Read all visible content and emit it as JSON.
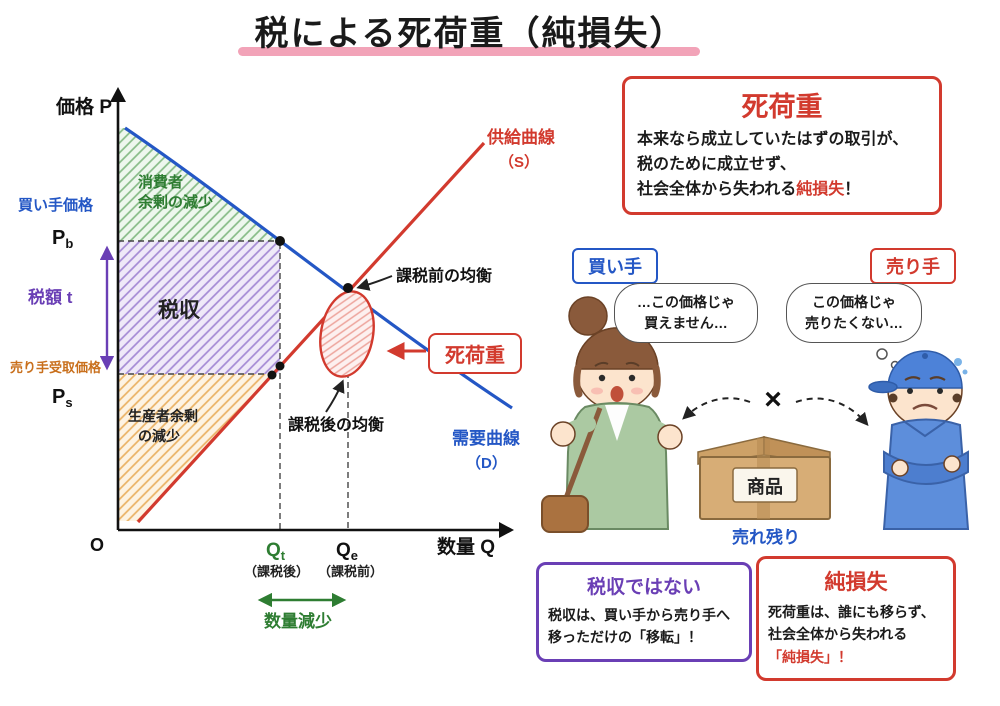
{
  "title": "税による死荷重（純損失）",
  "graph": {
    "y_axis_label": "価格 P",
    "x_axis_label": "数量 Q",
    "origin": "O",
    "supply_name": "供給曲線",
    "supply_symbol": "（S）",
    "demand_name": "需要曲線",
    "demand_symbol": "（D）",
    "buyer_price_label": "買い手価格",
    "pb_main": "P",
    "pb_sub": "b",
    "tax_label": "税額 t",
    "seller_price_label": "売り手受取価格",
    "ps_main": "P",
    "ps_sub": "s",
    "consumer_surplus_line1": "消費者",
    "consumer_surplus_line2": "余剰の減少",
    "tax_revenue_label": "税収",
    "producer_surplus_line1": "生産者余剰",
    "producer_surplus_line2": "の減少",
    "pre_tax_equilibrium": "課税前の均衡",
    "post_tax_equilibrium": "課税後の均衡",
    "dwl_label": "死荷重",
    "qt_main": "Q",
    "qt_sub": "t",
    "qt_note": "（課税後）",
    "qe_main": "Q",
    "qe_sub": "e",
    "qe_note": "（課税前）",
    "quantity_decrease": "数量減少"
  },
  "dwl_box": {
    "title": "死荷重",
    "line1": "本来なら成立していたはずの取引が、",
    "line2": "税のために成立せず、",
    "line3_pre": "社会全体から失われる",
    "line3_red": "純損失",
    "line3_post": "！"
  },
  "scene": {
    "buyer_label": "買い手",
    "buyer_speech_line1": "…この価格じゃ",
    "buyer_speech_line2": "買えません…",
    "seller_label": "売り手",
    "seller_speech_line1": "この価格じゃ",
    "seller_speech_line2": "売りたくない…",
    "cross": "×",
    "product_label": "商品",
    "unsold_label": "売れ残り"
  },
  "transfer_box": {
    "title": "税収ではない",
    "line1": "税収は、買い手から売り手へ",
    "line2": "移っただけの「移転」！"
  },
  "netloss_box": {
    "title": "純損失",
    "line1": "死荷重は、誰にも移らず、",
    "line2": "社会全体から失われる",
    "line3": "「純損失」！"
  },
  "colors": {
    "red": "#d23a2e",
    "blue": "#2457c5",
    "green": "#2e7d32",
    "purple": "#6a3fb5",
    "orange": "#c9701d",
    "pink_underline": "#f2a3b8"
  }
}
